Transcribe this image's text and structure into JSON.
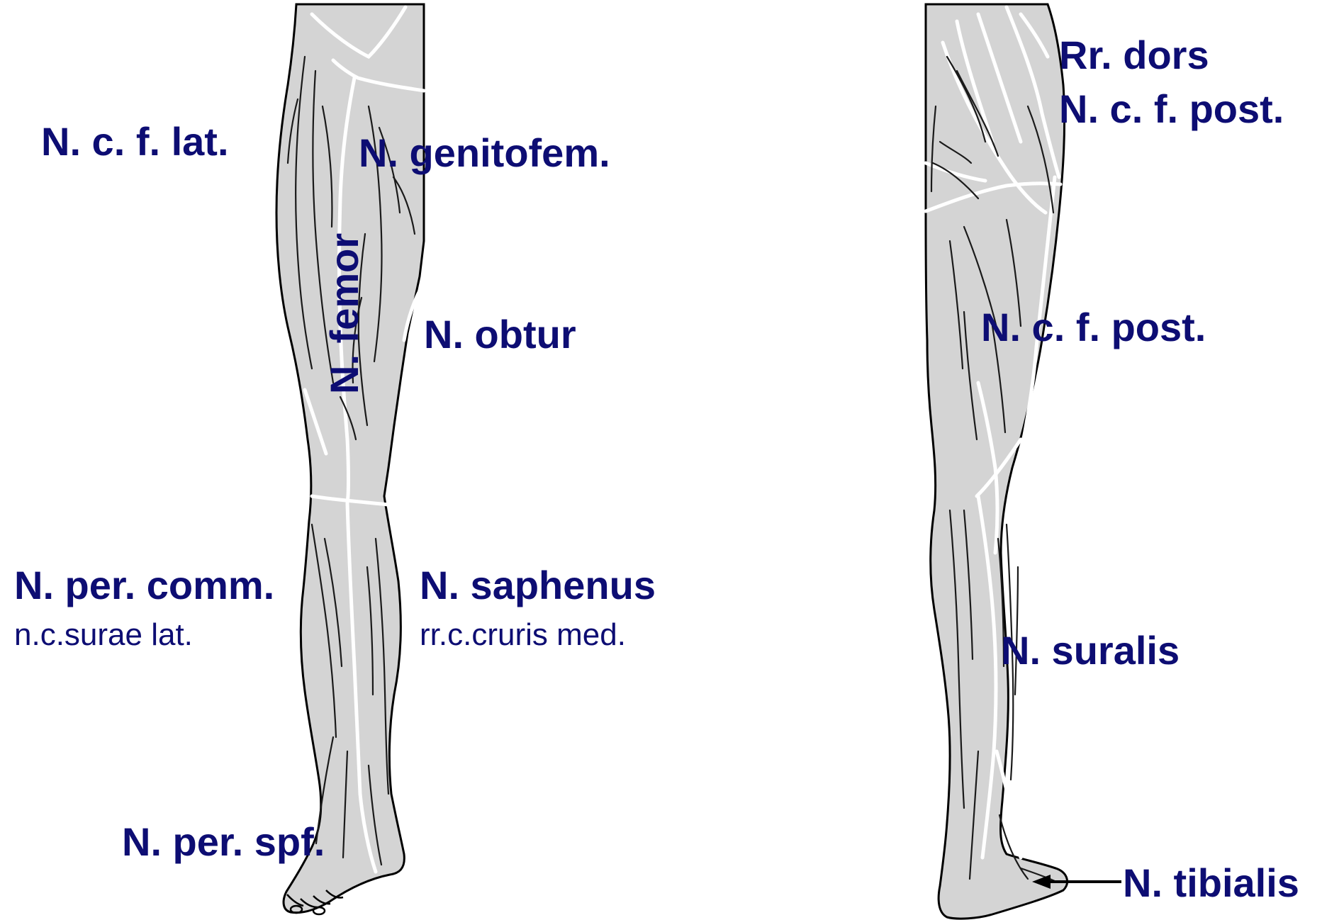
{
  "colors": {
    "label": "#0d0d73",
    "leg_fill": "#d4d4d4",
    "outline": "#000000",
    "nerve_lines": "#1a1a1a",
    "dermatome_borders": "#ffffff"
  },
  "anterior_view": {
    "labels": {
      "n_cf_lat": "N. c. f. lat.",
      "n_genitofem": "N. genitofem.",
      "n_femor": "N. femor",
      "n_obtur": "N. obtur",
      "n_per_comm": "N. per. comm.",
      "n_cs_lat": "n.c.surae lat.",
      "n_saphenus": "N. saphenus",
      "rr_ccm": "rr.c.cruris med.",
      "n_per_spf": "N. per. spf."
    }
  },
  "posterior_view": {
    "labels": {
      "rr_dors": "Rr. dors",
      "n_cf_post_upper": "N. c. f. post.",
      "n_cf_post_mid": "N. c. f. post.",
      "n_suralis": "N. suralis",
      "n_tibialis": "N. tibialis"
    }
  }
}
